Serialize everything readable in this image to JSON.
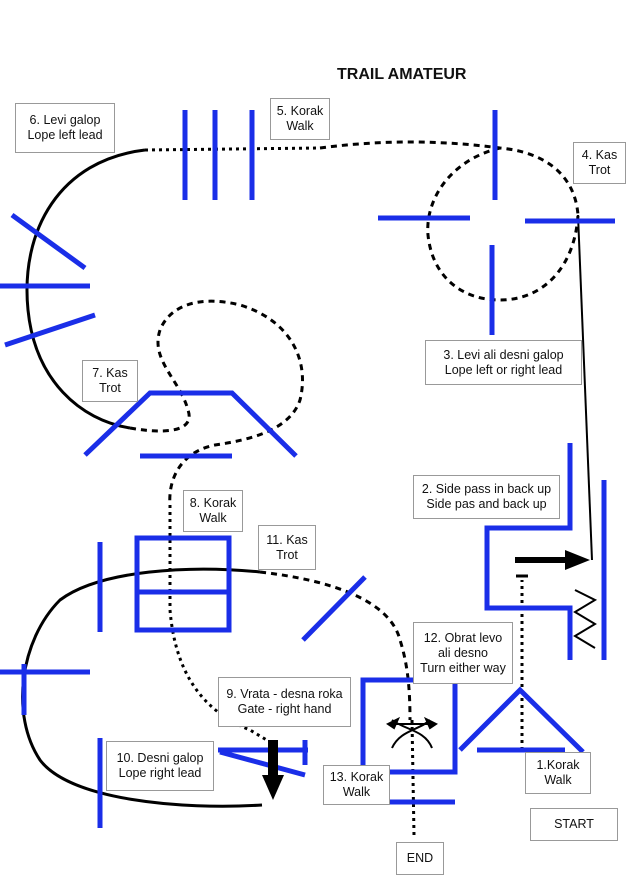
{
  "title": "TRAIL AMATEUR",
  "stations": [
    {
      "id": "s1",
      "lines": [
        "1.Korak",
        "Walk"
      ]
    },
    {
      "id": "s2",
      "lines": [
        "2. Side pass in back up",
        "Side pas and back up"
      ]
    },
    {
      "id": "s3",
      "lines": [
        "3. Levi ali desni galop",
        "Lope left or right lead"
      ]
    },
    {
      "id": "s4",
      "lines": [
        "4. Kas",
        "Trot"
      ]
    },
    {
      "id": "s5",
      "lines": [
        "5. Korak",
        "Walk"
      ]
    },
    {
      "id": "s6",
      "lines": [
        "6. Levi galop",
        "Lope left lead"
      ]
    },
    {
      "id": "s7",
      "lines": [
        "7. Kas",
        "Trot"
      ]
    },
    {
      "id": "s8",
      "lines": [
        "8. Korak",
        "Walk"
      ]
    },
    {
      "id": "s9",
      "lines": [
        "9. Vrata - desna roka",
        "Gate -  right hand"
      ]
    },
    {
      "id": "s10",
      "lines": [
        "10. Desni galop",
        "Lope right lead"
      ]
    },
    {
      "id": "s11",
      "lines": [
        "11. Kas",
        "Trot"
      ]
    },
    {
      "id": "s12",
      "lines": [
        "12. Obrat levo",
        "ali desno",
        "Turn either way"
      ]
    },
    {
      "id": "s13",
      "lines": [
        "13. Korak",
        "Walk"
      ]
    }
  ],
  "start_label": "START",
  "end_label": "END",
  "colors": {
    "obstacle": "#1a2ee8",
    "path": "#000000",
    "text": "#111111",
    "border": "#999999"
  }
}
